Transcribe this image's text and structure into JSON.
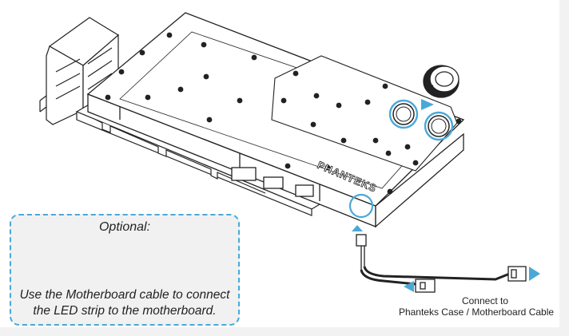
{
  "optional_box": {
    "title": "Optional:",
    "description_lines": [
      "Use the Motherboard cable to connect",
      "the LED strip to the motherboard."
    ]
  },
  "connection": {
    "label_lines": [
      "Connect to",
      "Phanteks Case / Motherboard Cable"
    ]
  },
  "product": {
    "brand_mark": "PHANTEKS"
  },
  "colors": {
    "accent": "#4aa8d8",
    "line": "#222222",
    "box_fill": "#f1f1f1"
  }
}
